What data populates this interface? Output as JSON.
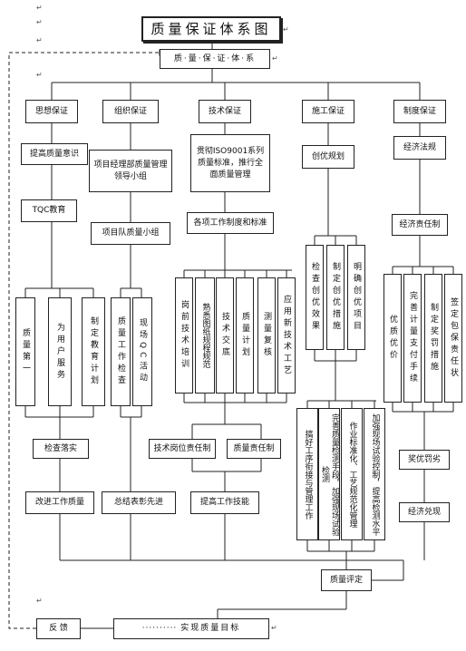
{
  "title": "质量保证体系图",
  "subtitle": "质·量·保·证·体·系",
  "pillars": {
    "thought": {
      "name": "思想保证",
      "items": [
        "提高质量意识",
        "TQC教育"
      ],
      "sub": [
        "质量第一",
        "为用户服务",
        "制定教育计划"
      ],
      "bottom": [
        "检查落实",
        "改进工作质量"
      ]
    },
    "organization": {
      "name": "组织保证",
      "items": [
        "项目经理部质量管理领导小组",
        "项目队质量小组"
      ],
      "sub": [
        "质量工作检查",
        "现场QC活动"
      ],
      "bottom": [
        "总结表彰先进"
      ]
    },
    "technical": {
      "name": "技术保证",
      "items": [
        "贯彻ISO9001系列质量标准，推行全面质量管理",
        "各项工作制度和标准"
      ],
      "sub": [
        "岗前技术培训",
        "熟悉图纸规程规范",
        "技术交底",
        "质量计划",
        "测量复核",
        "应用新技术工艺"
      ],
      "mid": [
        "技术岗位责任制",
        "质量责任制"
      ],
      "bottom": [
        "提高工作技能"
      ]
    },
    "construction": {
      "name": "施工保证",
      "items": [
        "创优规划"
      ],
      "sub": [
        "检查创优效果",
        "制定创优措施",
        "明确创优项目"
      ],
      "sub2": [
        "搞好工序衔接与管理工作",
        "完善质量检测手段，加强现场试验检测",
        "作业标准化、工艺规范化管理",
        "加强现场试验控制，提高检测水平"
      ]
    },
    "system": {
      "name": "制度保证",
      "items": [
        "经济法规",
        "经济责任制"
      ],
      "sub": [
        "优质优价",
        "完善计量支付手续",
        "制定奖罚措施",
        "签定包保责任状"
      ],
      "bottom": [
        "奖优罚劣",
        "经济兑现"
      ]
    }
  },
  "evaluation": "质量评定",
  "feedback": "反 馈",
  "goal": "实现质量目标",
  "dots": "··········",
  "marker": "↵"
}
